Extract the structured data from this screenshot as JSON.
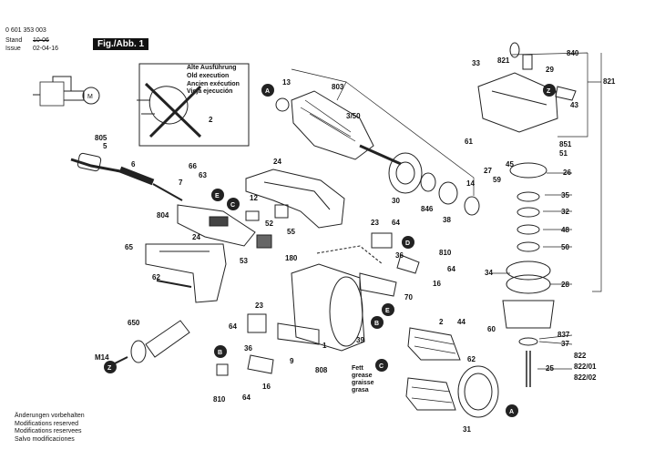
{
  "header": {
    "doc_number": "0 601 353 003",
    "stand_label": "Stand",
    "stand_value": "10-06",
    "issue_label": "Issue",
    "issue_value": "02-04-16",
    "figure_tag": "Fig./Abb. 1"
  },
  "old_execution_note": [
    "Alte Ausführung",
    "Old execution",
    "Ancien exécution",
    "Vieja ejecución"
  ],
  "grease_note": [
    "Fett",
    "grease",
    "graisse",
    "grasa"
  ],
  "modifications_note": [
    "Änderungen vorbehalten",
    "Modifications reserved",
    "Modifications reservees",
    "Salvo modificaciones"
  ],
  "part_labels": {
    "p805": "805",
    "p5": "5",
    "p6": "6",
    "p66": "66",
    "p63": "63",
    "p7": "7",
    "p24a": "24",
    "p12": "12",
    "p804": "804",
    "p52": "52",
    "p55": "55",
    "p65": "65",
    "p24b": "24",
    "p53": "53",
    "p62a": "62",
    "p13": "13",
    "p803": "803",
    "p350": "3/50",
    "p2a": "2",
    "p30": "30",
    "p846": "846",
    "p38": "38",
    "p14": "14",
    "p33": "33",
    "p61": "61",
    "p27": "27",
    "p59": "59",
    "p45": "45",
    "p821a": "821",
    "p29": "29",
    "p840": "840",
    "p821b": "821",
    "p43": "43",
    "p851": "851",
    "p51": "51",
    "p26": "26",
    "p35": "35",
    "p32": "32",
    "p48": "48",
    "p50": "50",
    "p34": "34",
    "p28": "28",
    "p60": "60",
    "p837": "837",
    "p37": "37",
    "p822": "822",
    "p82201": "822/01",
    "p82202": "822/02",
    "p25": "25",
    "p23a": "23",
    "p64a": "64",
    "p810a": "810",
    "p36a": "36",
    "p64b": "64",
    "p16a": "16",
    "p180": "180",
    "p70": "70",
    "p1": "1",
    "p9": "9",
    "p808": "808",
    "p39": "39",
    "p2b": "2",
    "p44": "44",
    "p62b": "62",
    "p31": "31",
    "p23b": "23",
    "p64c": "64",
    "p36b": "36",
    "p64d": "64",
    "p16b": "16",
    "p810b": "810",
    "p650": "650",
    "pm14": "M14"
  },
  "callouts": {
    "A": "A",
    "B": "B",
    "C": "C",
    "D": "D",
    "E": "E",
    "Z": "Z"
  }
}
